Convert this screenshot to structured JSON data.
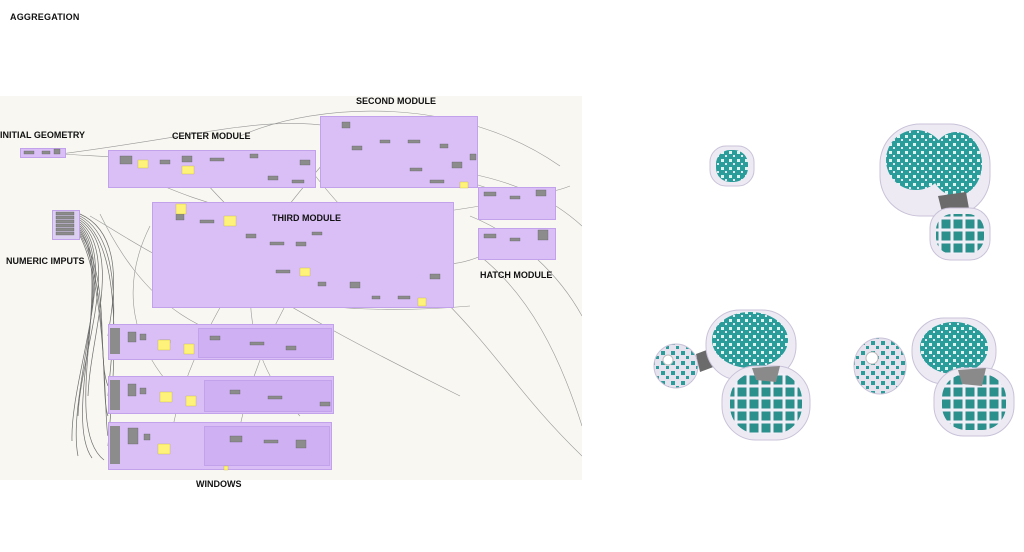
{
  "page_title": "AGGREGATION",
  "labels": {
    "initial_geometry": "INITIAL GEOMETRY",
    "center_module": "CENTER MODULE",
    "second_module": "SECOND MODULE",
    "third_module": "THIRD MODULE",
    "numeric_imputs": "NUMERIC IMPUTS",
    "hatch_module": "HATCH MODULE",
    "windows": "WINDOWS"
  },
  "colors": {
    "group_fill": "#d9bff6",
    "canvas": "#f8f7f2",
    "component_gray": "#8c8c8c",
    "component_yellow": "#fff27a",
    "module_teal": "#2a9d9a",
    "module_shell": "#e8e4ef"
  },
  "icons": [
    "module-cluster-icon",
    "panel-component-icon",
    "wire-icon"
  ]
}
